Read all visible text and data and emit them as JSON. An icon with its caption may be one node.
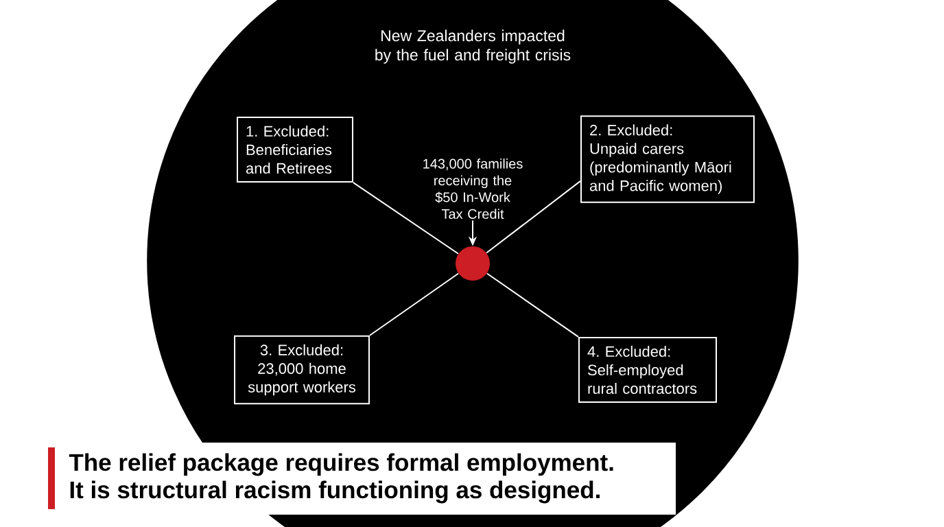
{
  "diagram": {
    "nodes": [
      {
        "text": [
          "New Zealanders impacted by the fuel and freight crisis"
        ]
      },
      {
        "text": [
          "1. Excluded:",
          "Beneficiaries and Retirees"
        ],
        "in": 0
      },
      {
        "text": [
          "2. Excluded:",
          "Unpaid carers (predominantly Māori and Pacific women)"
        ],
        "in": 0
      },
      {
        "text": [
          "3. Excluded:",
          "23,000 home support workers"
        ],
        "in": 0
      },
      {
        "text": [
          "4. Excluded:",
          "Self-employed rural contractors"
        ],
        "in": 0
      },
      {
        "text": [],
        "shape": "circle",
        "in": 0
      },
      {
        "text": [
          "143,000 families receiving the $50 In-Work Tax Credit"
        ],
        "in": 0
      }
    ],
    "edges": [
      {
        "from": 1,
        "to": 5,
        "arrow": "none"
      },
      {
        "from": 2,
        "to": 5,
        "arrow": "none"
      },
      {
        "from": 3,
        "to": 5,
        "arrow": "none"
      },
      {
        "from": 4,
        "to": 5,
        "arrow": "none"
      },
      {
        "from": 6,
        "to": 5,
        "arrow": "to"
      }
    ],
    "labels": [
      "The relief package requires formal employment.",
      "It is structural racism  functioning as designed."
    ]
  }
}
